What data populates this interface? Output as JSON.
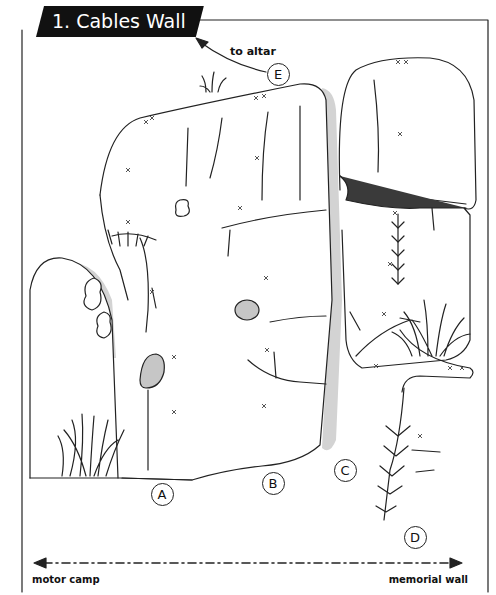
{
  "diagram": {
    "title": "1. Cables Wall",
    "nodes": [
      {
        "text": [
          "E"
        ]
      },
      {
        "text": [
          "A"
        ]
      },
      {
        "text": [
          "B"
        ]
      },
      {
        "text": [
          "C"
        ]
      },
      {
        "text": [
          "D"
        ]
      }
    ],
    "labels": [
      "to altar",
      "motor camp",
      "memorial wall"
    ]
  }
}
